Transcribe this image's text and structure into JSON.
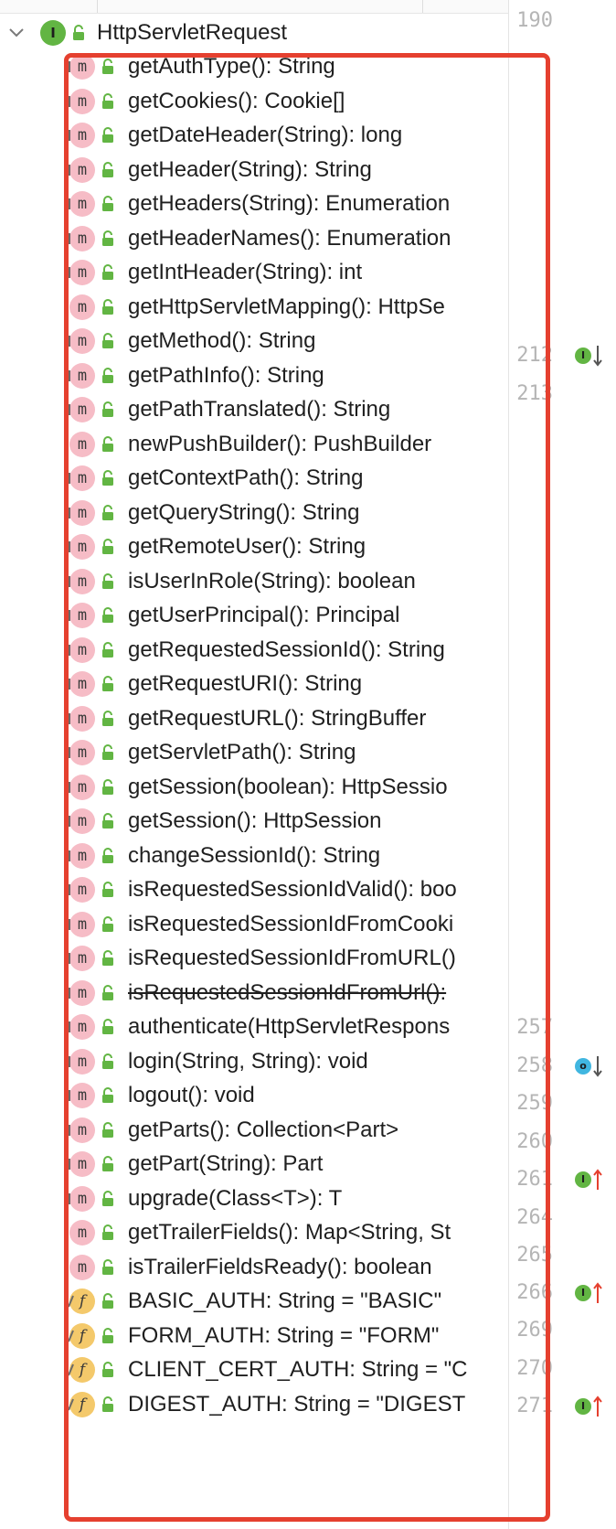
{
  "tree": {
    "root": {
      "label": "HttpServletRequest",
      "kind_icon": "interface-icon",
      "kind_letter": "I"
    },
    "members": [
      {
        "label": "getAuthType(): String",
        "kind": "method",
        "abstract": true
      },
      {
        "label": "getCookies(): Cookie[]",
        "kind": "method",
        "abstract": true
      },
      {
        "label": "getDateHeader(String): long",
        "kind": "method",
        "abstract": true
      },
      {
        "label": "getHeader(String): String",
        "kind": "method",
        "abstract": true
      },
      {
        "label": "getHeaders(String): Enumeration",
        "kind": "method",
        "abstract": true
      },
      {
        "label": "getHeaderNames(): Enumeration",
        "kind": "method",
        "abstract": true
      },
      {
        "label": "getIntHeader(String): int",
        "kind": "method",
        "abstract": true
      },
      {
        "label": "getHttpServletMapping(): HttpSe",
        "kind": "method",
        "abstract": false
      },
      {
        "label": "getMethod(): String",
        "kind": "method",
        "abstract": true
      },
      {
        "label": "getPathInfo(): String",
        "kind": "method",
        "abstract": true
      },
      {
        "label": "getPathTranslated(): String",
        "kind": "method",
        "abstract": true
      },
      {
        "label": "newPushBuilder(): PushBuilder",
        "kind": "method",
        "abstract": false
      },
      {
        "label": "getContextPath(): String",
        "kind": "method",
        "abstract": true
      },
      {
        "label": "getQueryString(): String",
        "kind": "method",
        "abstract": true
      },
      {
        "label": "getRemoteUser(): String",
        "kind": "method",
        "abstract": true
      },
      {
        "label": "isUserInRole(String): boolean",
        "kind": "method",
        "abstract": true
      },
      {
        "label": "getUserPrincipal(): Principal",
        "kind": "method",
        "abstract": true
      },
      {
        "label": "getRequestedSessionId(): String",
        "kind": "method",
        "abstract": true
      },
      {
        "label": "getRequestURI(): String",
        "kind": "method",
        "abstract": true
      },
      {
        "label": "getRequestURL(): StringBuffer",
        "kind": "method",
        "abstract": true
      },
      {
        "label": "getServletPath(): String",
        "kind": "method",
        "abstract": true
      },
      {
        "label": "getSession(boolean): HttpSessio",
        "kind": "method",
        "abstract": true
      },
      {
        "label": "getSession(): HttpSession",
        "kind": "method",
        "abstract": true
      },
      {
        "label": "changeSessionId(): String",
        "kind": "method",
        "abstract": true
      },
      {
        "label": "isRequestedSessionIdValid(): boo",
        "kind": "method",
        "abstract": true
      },
      {
        "label": "isRequestedSessionIdFromCooki",
        "kind": "method",
        "abstract": true
      },
      {
        "label": "isRequestedSessionIdFromURL()",
        "kind": "method",
        "abstract": true
      },
      {
        "label": "isRequestedSessionIdFromUrl():",
        "kind": "method",
        "abstract": true,
        "deprecated": true
      },
      {
        "label": "authenticate(HttpServletRespons",
        "kind": "method",
        "abstract": true
      },
      {
        "label": "login(String, String): void",
        "kind": "method",
        "abstract": true
      },
      {
        "label": "logout(): void",
        "kind": "method",
        "abstract": true
      },
      {
        "label": "getParts(): Collection<Part>",
        "kind": "method",
        "abstract": true
      },
      {
        "label": "getPart(String): Part",
        "kind": "method",
        "abstract": true
      },
      {
        "label": "upgrade(Class<T>): T",
        "kind": "method",
        "abstract": true
      },
      {
        "label": "getTrailerFields(): Map<String, St",
        "kind": "method",
        "abstract": false
      },
      {
        "label": "isTrailerFieldsReady(): boolean",
        "kind": "method",
        "abstract": false
      },
      {
        "label": "BASIC_AUTH: String = \"BASIC\"",
        "kind": "field",
        "abstract": false
      },
      {
        "label": "FORM_AUTH: String = \"FORM\"",
        "kind": "field",
        "abstract": false
      },
      {
        "label": "CLIENT_CERT_AUTH: String = \"C",
        "kind": "field",
        "abstract": false
      },
      {
        "label": "DIGEST_AUTH: String = \"DIGEST",
        "kind": "field",
        "abstract": false
      }
    ],
    "icons": {
      "method_letter": "m",
      "field_letter": "f",
      "visibility_icon": "public-lock-icon"
    }
  },
  "gutter": {
    "line_numbers": [
      "190",
      "212",
      "213",
      "257",
      "258",
      "259",
      "260",
      "261",
      "264",
      "265",
      "266",
      "269",
      "270",
      "271"
    ],
    "markers": [
      {
        "icon": "implemented-down-icon",
        "letter": "I",
        "color": "green",
        "direction": "down"
      },
      {
        "icon": "overridden-down-icon",
        "letter": "o",
        "color": "blue",
        "direction": "down"
      },
      {
        "icon": "implements-up-icon",
        "letter": "I",
        "color": "green",
        "direction": "up"
      },
      {
        "icon": "implements-up-icon",
        "letter": "I",
        "color": "green",
        "direction": "up"
      },
      {
        "icon": "implements-up-icon",
        "letter": "I",
        "color": "green",
        "direction": "up"
      }
    ]
  },
  "colors": {
    "highlight": "#e5402f",
    "method_badge": "#f6bcc6",
    "field_badge": "#f4c96b",
    "interface_badge": "#62b543",
    "arrow_red": "#e5402f"
  }
}
